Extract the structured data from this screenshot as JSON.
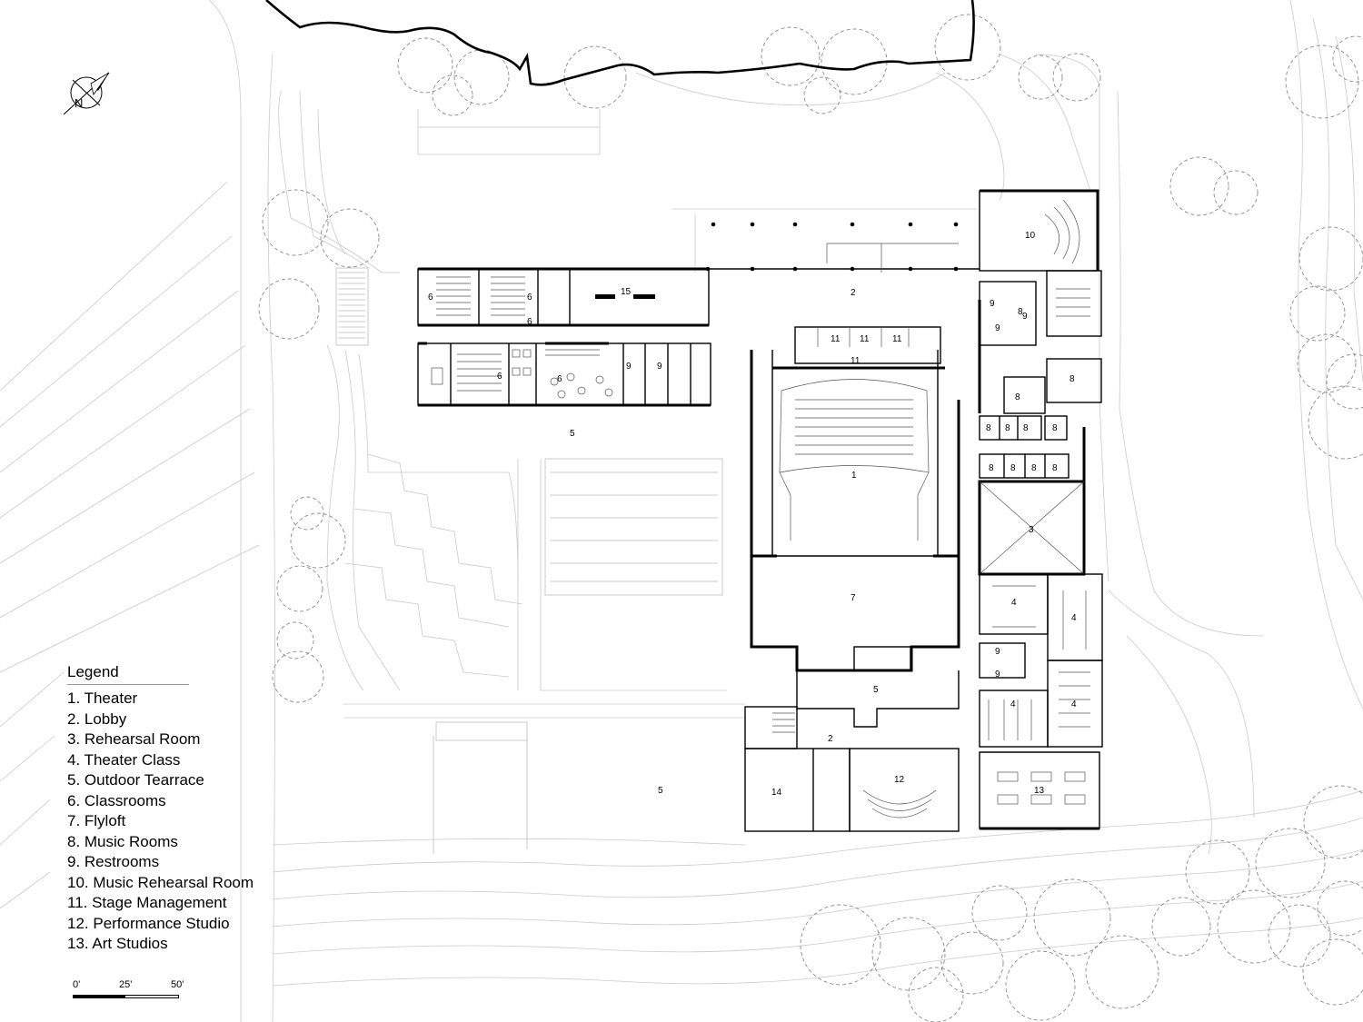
{
  "north_label": "N",
  "legend": {
    "title": "Legend",
    "items": [
      "1. Theater",
      "2. Lobby",
      "3. Rehearsal Room",
      "4.  Theater Class",
      "5. Outdoor Tearrace",
      "6. Classrooms",
      "7. Flyloft",
      "8. Music Rooms",
      "9. Restrooms",
      "10. Music Rehearsal Room",
      "11. Stage Management",
      "12. Performance Studio",
      "13. Art Studios"
    ]
  },
  "scale": {
    "ticks": [
      "0'",
      "25'",
      "50'"
    ]
  },
  "room_labels": [
    "1",
    "2",
    "2",
    "3",
    "4",
    "4",
    "4",
    "4",
    "5",
    "5",
    "5",
    "6",
    "6",
    "6",
    "6",
    "6",
    "7",
    "8",
    "8",
    "8",
    "8",
    "8",
    "8",
    "8",
    "8",
    "8",
    "8",
    "8",
    "9",
    "9",
    "9",
    "9",
    "9",
    "9",
    "9",
    "10",
    "11",
    "11",
    "11",
    "11",
    "12",
    "13",
    "14",
    "15"
  ]
}
